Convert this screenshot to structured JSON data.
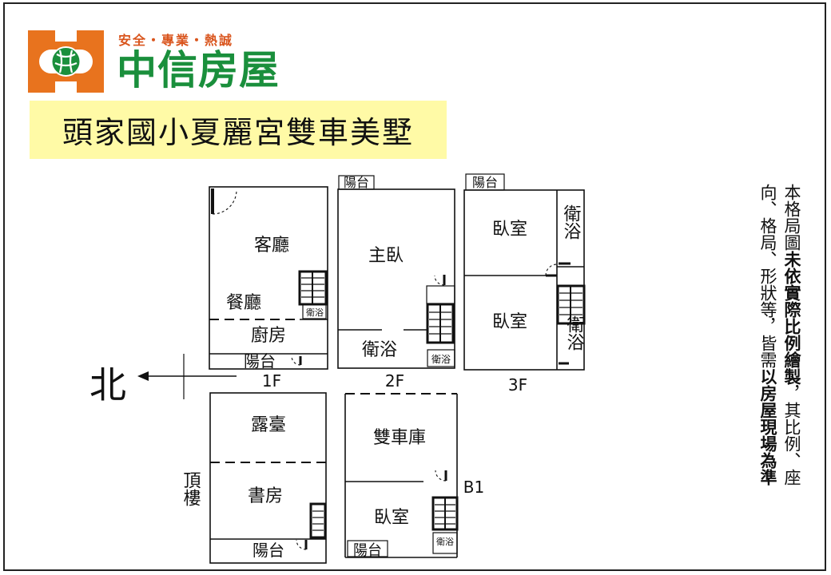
{
  "header": {
    "slogan": "安全・專業・熱誠",
    "brand": "中信房屋",
    "title": "頭家國小夏麗宮雙車美墅"
  },
  "compass": {
    "north": "北"
  },
  "floors": {
    "f1": {
      "label": "1F",
      "living": "客廳",
      "dining": "餐廳",
      "kitchen": "廚房",
      "balcony": "陽台",
      "bath": "衛浴"
    },
    "f2": {
      "label": "2F",
      "master": "主臥",
      "bath": "衛浴",
      "balcony": "陽台",
      "bath_small": "衛浴"
    },
    "f3": {
      "label": "3F",
      "bedroom1": "臥室",
      "bedroom2": "臥室",
      "bath1": "衛浴",
      "bath2": "衛浴",
      "balcony": "陽台"
    },
    "roof": {
      "label": "頂樓",
      "terrace": "露臺",
      "study": "書房",
      "balcony": "陽台"
    },
    "b1": {
      "label": "B1",
      "garage": "雙車庫",
      "bedroom": "臥室",
      "bath": "衛浴",
      "balcony": "陽台"
    }
  },
  "disclaimer": {
    "col1_pre": "本格局圖",
    "col1_bold": "未依實際比例繪製",
    "col1_post": "，其比例、座",
    "col2_pre": "向、格局、形狀等，皆需",
    "col2_bold": "以房屋現場為準"
  },
  "colors": {
    "brand_green": "#1a8f3c",
    "brand_orange": "#e8731e",
    "title_bg": "#fffaa6"
  }
}
